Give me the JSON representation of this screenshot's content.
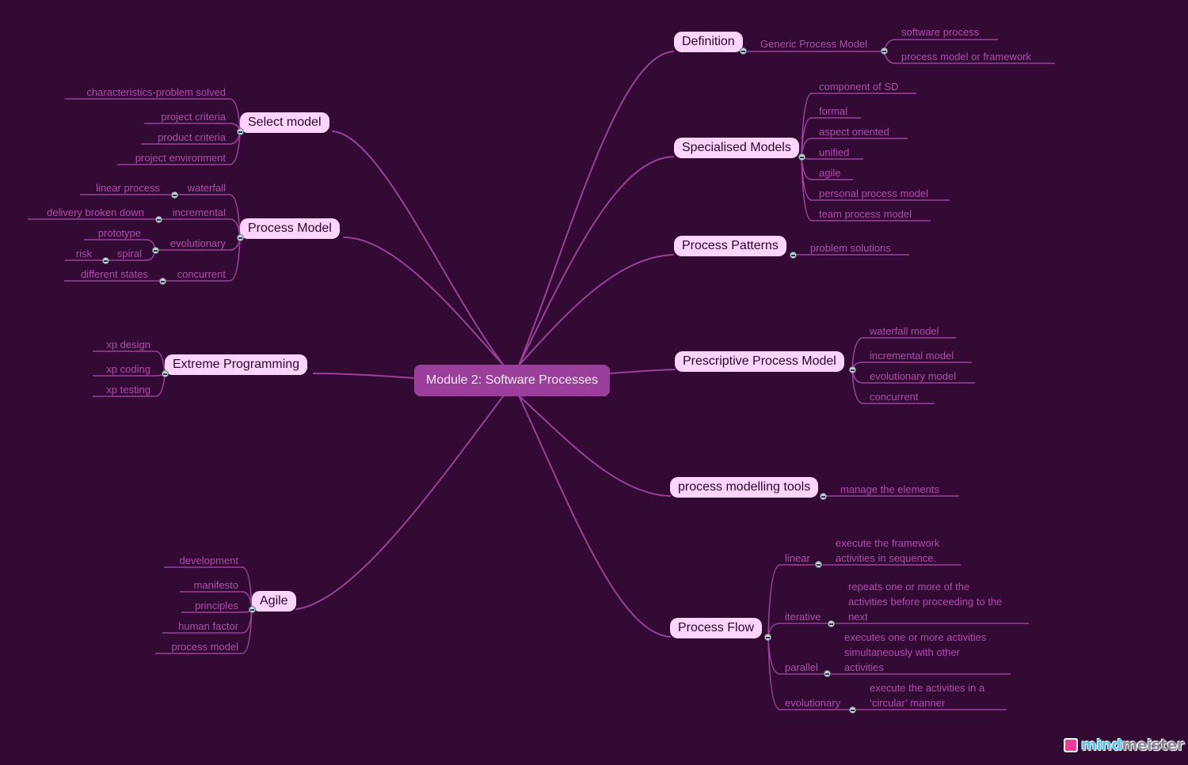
{
  "center": {
    "label": "Module 2: Software Processes"
  },
  "colors": {
    "background": "#330a33",
    "center": "#9c3f9c",
    "node": "#fcd4fc",
    "line": "#9c3f9c",
    "subtext": "#b04bb0"
  },
  "branches": {
    "definition": {
      "label": "Definition",
      "children": [
        {
          "label": "Generic Process Model",
          "children": [
            {
              "label": "software process"
            },
            {
              "label": "process model or framework"
            }
          ]
        }
      ]
    },
    "specialised": {
      "label": "Specialised Models",
      "children": [
        {
          "label": "component of SD"
        },
        {
          "label": "formal"
        },
        {
          "label": "aspect oriented"
        },
        {
          "label": "unified"
        },
        {
          "label": "agile"
        },
        {
          "label": "personal process model"
        },
        {
          "label": "team process model"
        }
      ]
    },
    "patterns": {
      "label": "Process Patterns",
      "children": [
        {
          "label": "problem solutions"
        }
      ]
    },
    "prescriptive": {
      "label": "Prescriptive Process Model",
      "children": [
        {
          "label": "waterfall model"
        },
        {
          "label": "incremental model"
        },
        {
          "label": "evolutionary model"
        },
        {
          "label": "concurrent"
        }
      ]
    },
    "tools": {
      "label": "process modelling tools",
      "children": [
        {
          "label": "manage the elements"
        }
      ]
    },
    "flow": {
      "label": "Process Flow",
      "children": [
        {
          "label": "linear",
          "detail": [
            "execute the framework",
            "activities in sequence."
          ]
        },
        {
          "label": "iterative",
          "detail": [
            "repeats one or more of the",
            "activities before proceeding to the",
            "next"
          ]
        },
        {
          "label": "parallel",
          "detail": [
            "executes one or more activities",
            "simultaneously with other",
            "activities"
          ]
        },
        {
          "label": "evolutionary",
          "detail": [
            "execute the activities in a",
            "‘circular’ manner"
          ]
        }
      ]
    },
    "select": {
      "label": "Select model",
      "children": [
        {
          "label": "characteristics-problem solved"
        },
        {
          "label": "project criteria"
        },
        {
          "label": "product criteria"
        },
        {
          "label": "project environment"
        }
      ]
    },
    "process_model": {
      "label": "Process Model",
      "children": [
        {
          "label": "waterfall",
          "children": [
            {
              "label": "linear process"
            }
          ]
        },
        {
          "label": "incremental",
          "children": [
            {
              "label": "delivery broken down"
            }
          ]
        },
        {
          "label": "evolutionary",
          "children": [
            {
              "label": "prototype"
            },
            {
              "label": "spiral",
              "children": [
                {
                  "label": "risk"
                }
              ]
            }
          ]
        },
        {
          "label": "concurrent",
          "children": [
            {
              "label": "different states"
            }
          ]
        }
      ]
    },
    "xp": {
      "label": "Extreme Programming",
      "children": [
        {
          "label": "xp design"
        },
        {
          "label": "xp coding"
        },
        {
          "label": "xp testing"
        }
      ]
    },
    "agile": {
      "label": "Agile",
      "children": [
        {
          "label": "development"
        },
        {
          "label": "manifesto"
        },
        {
          "label": "principles"
        },
        {
          "label": "human factor"
        },
        {
          "label": "process model"
        }
      ]
    }
  },
  "brand": {
    "logo_icon": "mindmeister-logo-icon",
    "name_part1": "mind",
    "name_part2": "meister"
  }
}
